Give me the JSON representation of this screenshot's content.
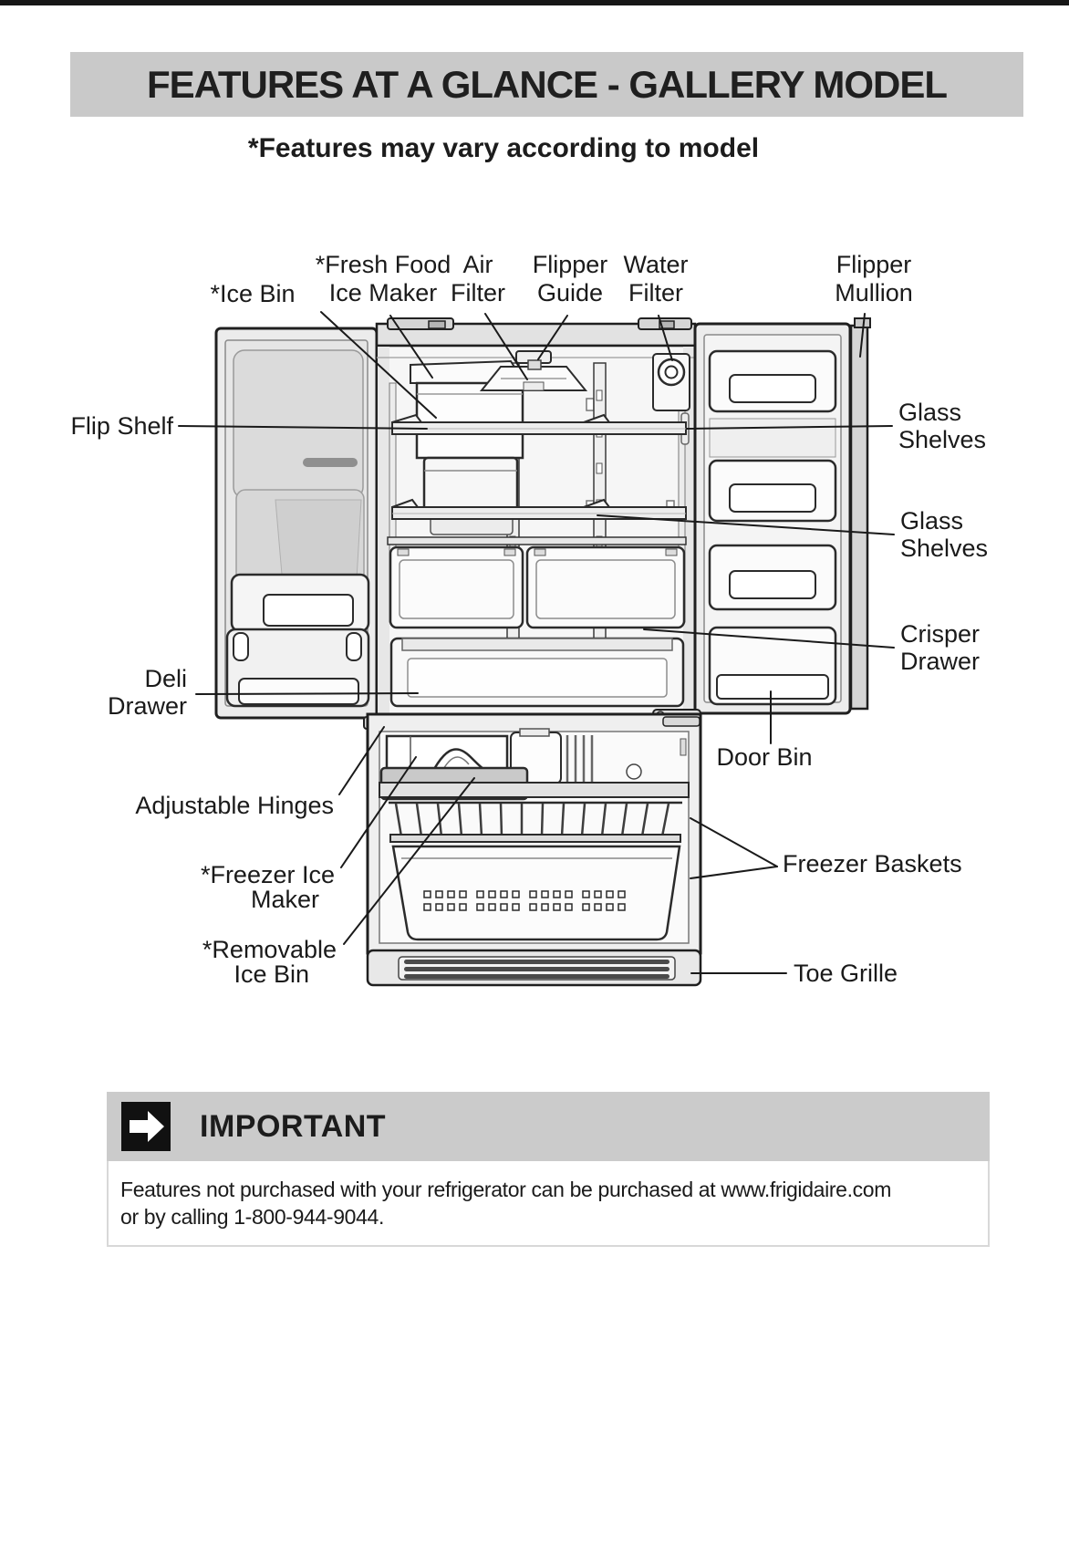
{
  "header": {
    "title": "FEATURES AT A GLANCE - GALLERY MODEL",
    "subtitle": "*Features may vary according to model",
    "bar_color": "#c9c9c9"
  },
  "diagram": {
    "labels": {
      "ice_bin": "*Ice Bin",
      "fresh_food_1": "*Fresh Food",
      "fresh_food_2": "Ice Maker",
      "air_filter_1": "Air",
      "air_filter_2": "Filter",
      "flipper_guide_1": "Flipper",
      "flipper_guide_2": "Guide",
      "water_filter_1": "Water",
      "water_filter_2": "Filter",
      "flipper_mullion_1": "Flipper",
      "flipper_mullion_2": "Mullion",
      "flip_shelf": "Flip Shelf",
      "glass_shelves_1a": "Glass",
      "glass_shelves_1b": "Shelves",
      "glass_shelves_2a": "Glass",
      "glass_shelves_2b": "Shelves",
      "crisper_drawer_1": "Crisper",
      "crisper_drawer_2": "Drawer",
      "deli_drawer_1": "Deli",
      "deli_drawer_2": "Drawer",
      "door_bin": "Door Bin",
      "adjustable_hinges": "Adjustable Hinges",
      "freezer_ice_maker_1": "*Freezer Ice",
      "freezer_ice_maker_2": "Maker",
      "removable_ice_bin_1": "*Removable",
      "removable_ice_bin_2": "Ice Bin",
      "freezer_baskets": "Freezer Baskets",
      "toe_grille": "Toe Grille"
    }
  },
  "important": {
    "heading": "IMPORTANT",
    "icon": "arrow-right-icon",
    "bar_color": "#cbcbcb",
    "lines": {
      "line1": "Features not purchased with your refrigerator can be purchased at www.frigidaire.com",
      "line2": "or by calling 1-800-944-9044."
    }
  }
}
